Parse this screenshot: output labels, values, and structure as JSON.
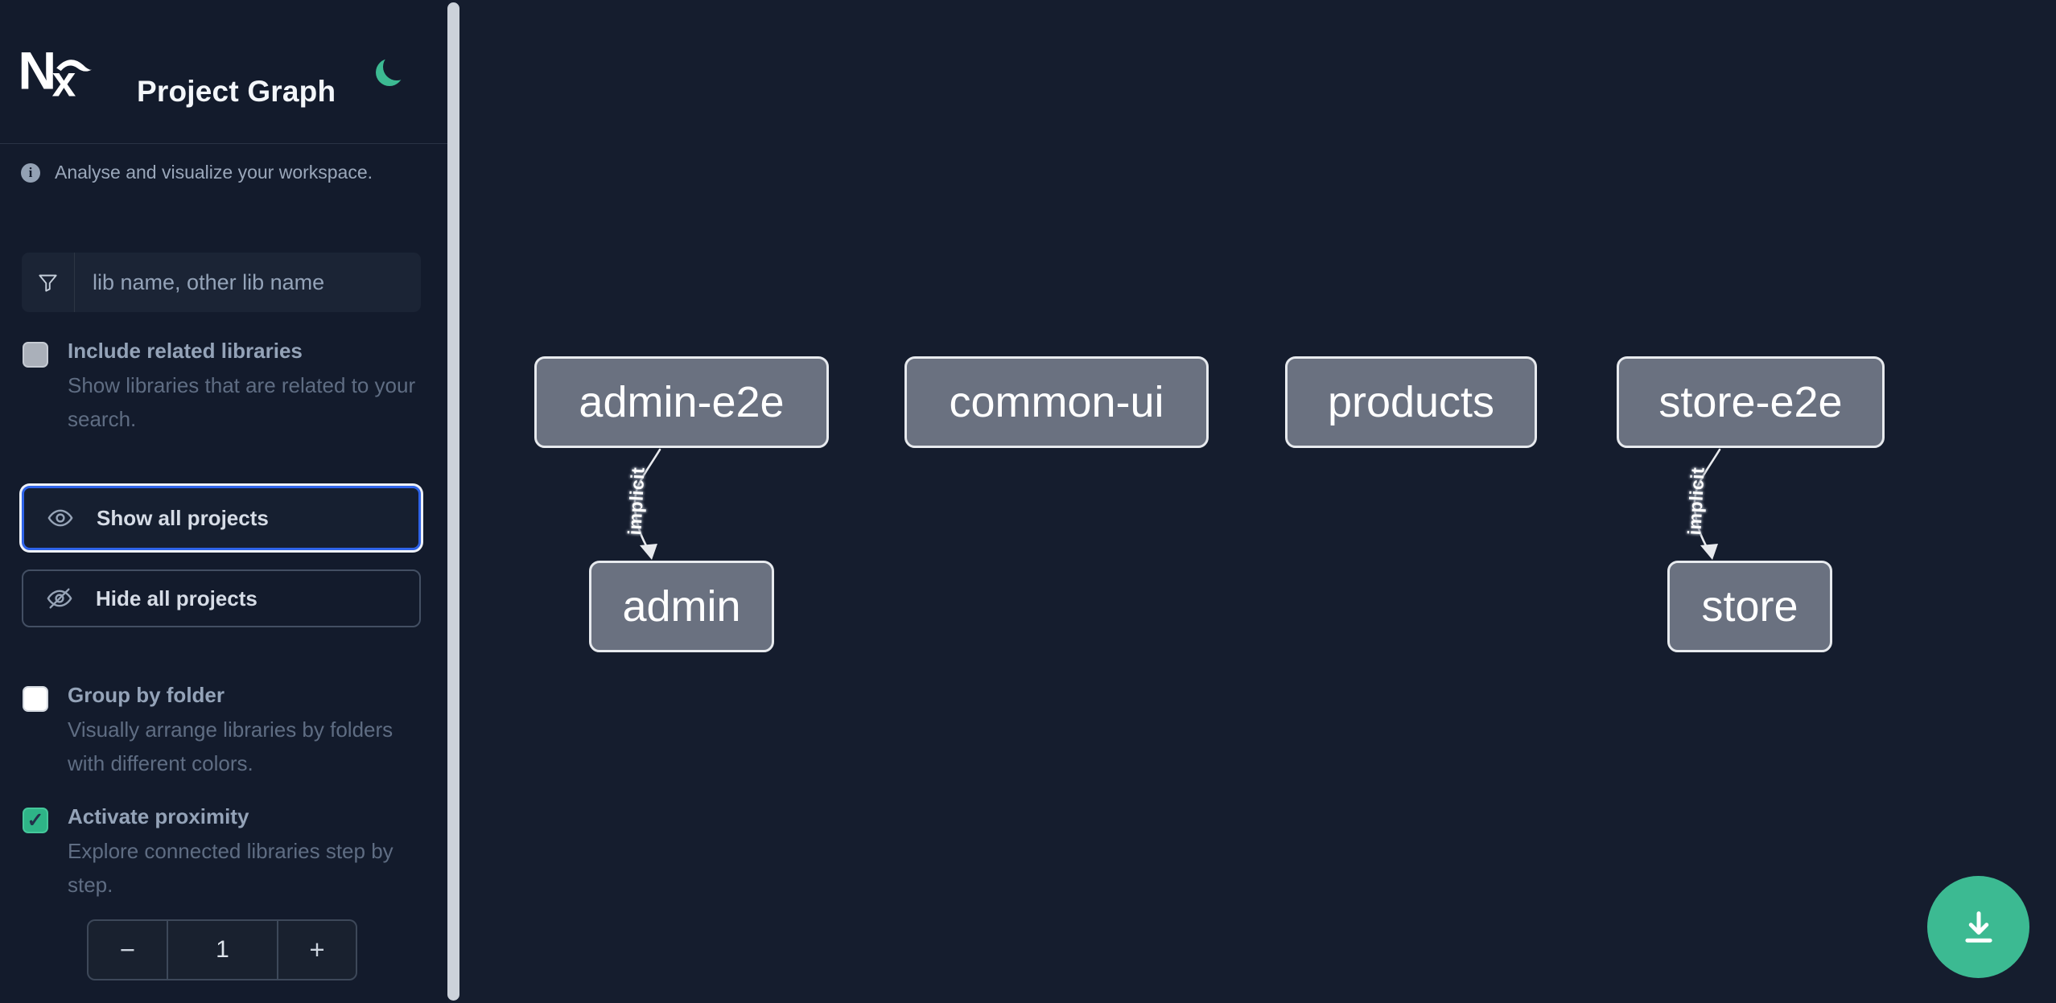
{
  "app": {
    "title": "Project Graph",
    "logo_text": "Nx"
  },
  "sidebar": {
    "info": "Analyse and visualize your workspace.",
    "search": {
      "placeholder": "lib name, other lib name",
      "value": ""
    },
    "buttons": [
      {
        "id": "show-all-projects",
        "label": "Show all projects",
        "focused": true
      },
      {
        "id": "hide-all-projects",
        "label": "Hide all projects",
        "focused": false
      }
    ],
    "options": [
      {
        "id": "include-related-libraries",
        "label": "Include related libraries",
        "description": "Show libraries that are related to your search.",
        "checked": false,
        "disabled": true
      },
      {
        "id": "group-by-folder",
        "label": "Group by folder",
        "description": "Visually arrange libraries by folders with different colors.",
        "checked": false,
        "disabled": false
      },
      {
        "id": "activate-proximity",
        "label": "Activate proximity",
        "description": "Explore connected libraries step by step.",
        "checked": true,
        "disabled": false
      }
    ],
    "checkmark": "✓",
    "stepper": {
      "decrement": "−",
      "value": "1",
      "increment": "+"
    }
  },
  "graph": {
    "nodes": [
      {
        "id": "admin-e2e",
        "label": "admin-e2e"
      },
      {
        "id": "common-ui",
        "label": "common-ui"
      },
      {
        "id": "products",
        "label": "products"
      },
      {
        "id": "store-e2e",
        "label": "store-e2e"
      },
      {
        "id": "admin",
        "label": "admin"
      },
      {
        "id": "store",
        "label": "store"
      }
    ],
    "edges": [
      {
        "from": "admin-e2e",
        "to": "admin",
        "label": "implicit"
      },
      {
        "from": "store-e2e",
        "to": "store",
        "label": "implicit"
      }
    ]
  },
  "colors": {
    "accent_green": "#3cba92",
    "focus_blue": "#2e63e8",
    "sidebar_bg": "#131b2c",
    "canvas_bg": "#151d2e",
    "node_fill": "#6a7180",
    "node_border": "#e7eaee",
    "edge": "#e8eaee",
    "text_primary": "#f3f6fa",
    "text_label": "#94a3b8",
    "text_muted": "#5f6d83"
  }
}
